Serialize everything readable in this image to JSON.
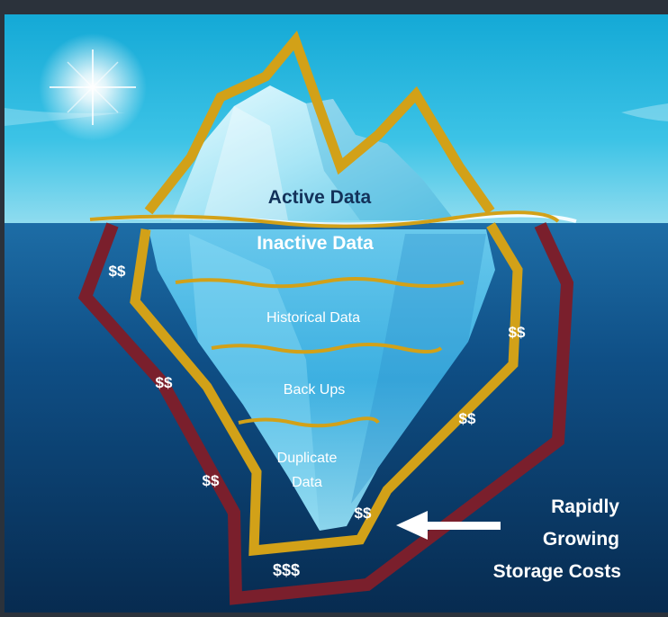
{
  "layers": {
    "active": "Active Data",
    "inactive": "Inactive Data",
    "historical": "Historical Data",
    "backups": "Back Ups",
    "duplicate_line1": "Duplicate",
    "duplicate_line2": "Data"
  },
  "cost_labels": {
    "left_top": "$$",
    "left_mid": "$$",
    "left_low": "$$",
    "bottom": "$$$",
    "right_top": "$$",
    "right_mid": "$$",
    "right_low": "$$"
  },
  "callout": {
    "line1": "Rapidly",
    "line2": "Growing",
    "line3": "Storage Costs"
  },
  "colors": {
    "frame_dark": "#2b323b",
    "sky": "#29b8e0",
    "sea_deep": "#0b3f6c",
    "gold_outline": "#d2a118",
    "maroon_outline": "#7a1f2c",
    "ice": "#7fd6ef",
    "active_label": "#13325a",
    "white": "#ffffff"
  },
  "icons": {
    "sun": "sun-glare-icon",
    "arrow": "left-arrow-icon"
  }
}
